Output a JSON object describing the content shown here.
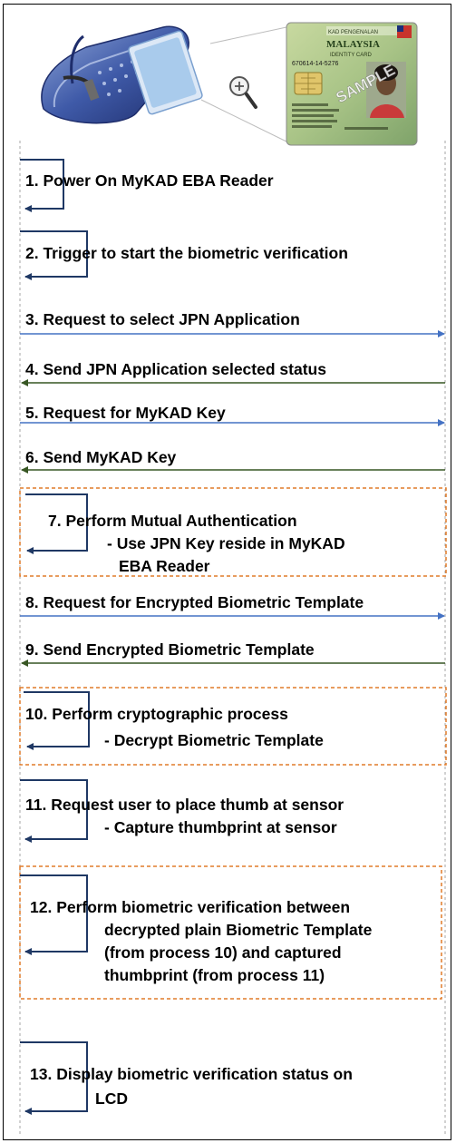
{
  "header": {
    "card": {
      "country": "KAD PENGENALAN",
      "country2": "MALAYSIA",
      "subtitle": "IDENTITY CARD",
      "id_number": "670614-14-5276",
      "watermark": "SAMPLE"
    }
  },
  "colors": {
    "forward_arrow": "#4472c4",
    "return_arrow": "#375623",
    "self_arrow": "#1f3864",
    "group_border": "#e07b2a",
    "lifeline": "#a6a6a6"
  },
  "steps": [
    {
      "lines": [
        "1. Power On MyKAD EBA Reader"
      ]
    },
    {
      "lines": [
        "2. Trigger to start the biometric verification"
      ]
    },
    {
      "lines": [
        "3. Request to select JPN Application"
      ]
    },
    {
      "lines": [
        "4. Send JPN Application selected status"
      ]
    },
    {
      "lines": [
        "5. Request for MyKAD Key"
      ]
    },
    {
      "lines": [
        "6. Send MyKAD Key"
      ]
    },
    {
      "lines": [
        "7. Perform Mutual Authentication",
        "- Use JPN Key reside in MyKAD",
        "EBA Reader"
      ]
    },
    {
      "lines": [
        "8. Request for Encrypted Biometric Template"
      ]
    },
    {
      "lines": [
        "9. Send Encrypted Biometric Template"
      ]
    },
    {
      "lines": [
        "10. Perform cryptographic process",
        "- Decrypt Biometric Template"
      ]
    },
    {
      "lines": [
        "11. Request user to place thumb at sensor",
        "- Capture thumbprint at sensor"
      ]
    },
    {
      "lines": [
        "12. Perform biometric verification between",
        "decrypted plain Biometric Template",
        "(from process 10) and captured",
        "thumbprint (from process 11)"
      ]
    },
    {
      "lines": [
        "13. Display biometric verification status on",
        "LCD"
      ]
    }
  ]
}
